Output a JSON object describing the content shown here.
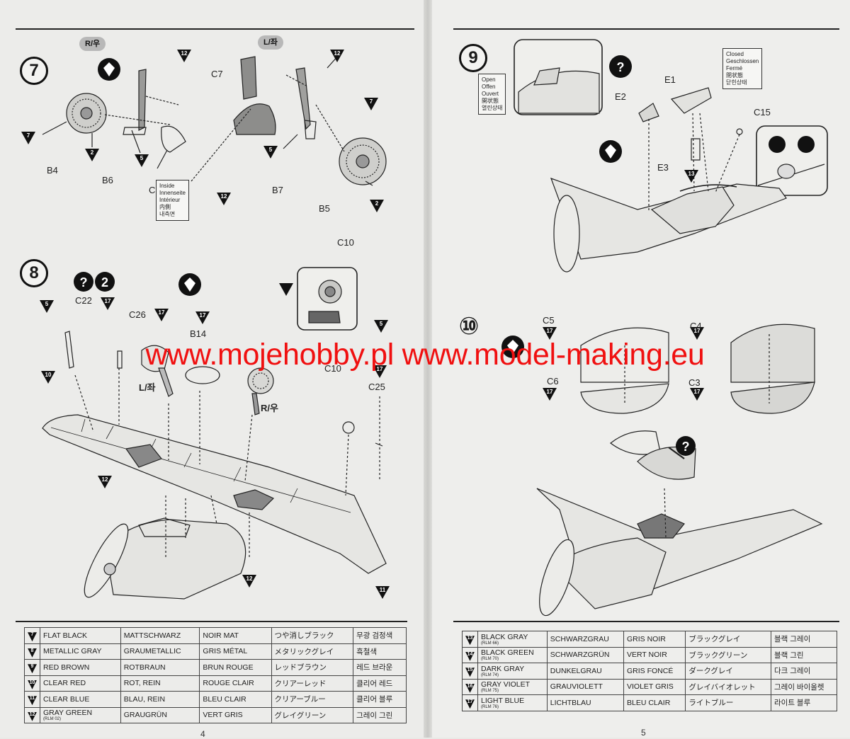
{
  "steps": {
    "s7": "7",
    "s8": "8",
    "s9": "9",
    "s10": "⑩"
  },
  "sides": {
    "right": "R/우",
    "left": "L/좌",
    "left_b": "L/좌",
    "right_b": "R/우"
  },
  "parts": {
    "b4": "B4",
    "b6": "B6",
    "c8": "C8",
    "c7": "C7",
    "b7": "B7",
    "b5": "B5",
    "c10": "C10",
    "c22": "C22",
    "c26": "C26",
    "b14": "B14",
    "c10b": "C10",
    "c25": "C25",
    "e1": "E1",
    "e2": "E2",
    "e3": "E3",
    "c15": "C15",
    "c5": "C5",
    "c6": "C6",
    "c4": "C4",
    "c3": "C3"
  },
  "notes": {
    "inside": [
      "Inside",
      "Innenseite",
      "Intérieur",
      "内側",
      "내측면"
    ],
    "open": [
      "Open",
      "Offen",
      "Ouvert",
      "開状態",
      "열린상태"
    ],
    "closed": [
      "Closed",
      "Geschlossen",
      "Fermé",
      "閉状態",
      "닫힌상태"
    ]
  },
  "callouts": {
    "step7_left_glue": "7",
    "step7_b4": "2",
    "step7_b6": "5",
    "step7_top1": "12",
    "step7_top2": "12",
    "step7_c8": "12",
    "step7_b7": "5",
    "step7_b5_top": "7",
    "step7_b5": "2",
    "step8_c22_top": "5",
    "step8_c22": "17",
    "step8_c26": "17",
    "step8_b14": "17",
    "step8_c10_a": "5",
    "step8_c25": "17",
    "step8_wing_left": "10",
    "step8_wing_mid": "12",
    "step8_wing_under": "12",
    "step8_wing_tip": "11",
    "step9_e3": "13",
    "step10_c5": "17",
    "step10_c6": "17",
    "step10_c4": "17",
    "step10_c3": "17"
  },
  "watermark": "www.mojehobby.pl www.model-making.eu",
  "colors_left": [
    {
      "code": "7",
      "en": "FLAT BLACK",
      "de": "MATTSCHWARZ",
      "fr": "NOIR MAT",
      "jp": "つや消しブラック",
      "kr": "무광 검정색",
      "rlm": ""
    },
    {
      "code": "8",
      "en": "METALLIC GRAY",
      "de": "GRAUMETALLIC",
      "fr": "GRIS MÉTAL",
      "jp": "メタリックグレイ",
      "kr": "흑철색",
      "rlm": ""
    },
    {
      "code": "9",
      "en": "RED BROWN",
      "de": "ROTBRAUN",
      "fr": "BRUN ROUGE",
      "jp": "レッドブラウン",
      "kr": "레드 브라운",
      "rlm": ""
    },
    {
      "code": "10",
      "en": "CLEAR RED",
      "de": "ROT, REIN",
      "fr": "ROUGE CLAIR",
      "jp": "クリアーレッド",
      "kr": "클리어 레드",
      "rlm": ""
    },
    {
      "code": "11",
      "en": "CLEAR BLUE",
      "de": "BLAU, REIN",
      "fr": "BLEU CLAIR",
      "jp": "クリアーブルー",
      "kr": "클리어 블루",
      "rlm": ""
    },
    {
      "code": "12",
      "en": "GRAY GREEN",
      "de": "GRAUGRÜN",
      "fr": "VERT GRIS",
      "jp": "グレイグリーン",
      "kr": "그레이 그린",
      "rlm": "(RLM 02)"
    }
  ],
  "colors_right": [
    {
      "code": "13",
      "en": "BLACK GRAY",
      "de": "SCHWARZGRAU",
      "fr": "GRIS NOIR",
      "jp": "ブラックグレイ",
      "kr": "블랙 그레이",
      "rlm": "(RLM 66)"
    },
    {
      "code": "14",
      "en": "BLACK GREEN",
      "de": "SCHWARZGRÜN",
      "fr": "VERT NOIR",
      "jp": "ブラックグリーン",
      "kr": "블랙 그린",
      "rlm": "(RLM 70)"
    },
    {
      "code": "15",
      "en": "DARK GRAY",
      "de": "DUNKELGRAU",
      "fr": "GRIS FONCÉ",
      "jp": "ダークグレイ",
      "kr": "다크 그레이",
      "rlm": "(RLM 74)"
    },
    {
      "code": "16",
      "en": "GRAY VIOLET",
      "de": "GRAUVIOLETT",
      "fr": "VIOLET GRIS",
      "jp": "グレイバイオレット",
      "kr": "그레이 바이올렛",
      "rlm": "(RLM 75)"
    },
    {
      "code": "17",
      "en": "LIGHT BLUE",
      "de": "LICHTBLAU",
      "fr": "BLEU CLAIR",
      "jp": "ライトブルー",
      "kr": "라이트 블루",
      "rlm": "(RLM 76)"
    }
  ],
  "pages": {
    "left": "4",
    "right": "5"
  }
}
